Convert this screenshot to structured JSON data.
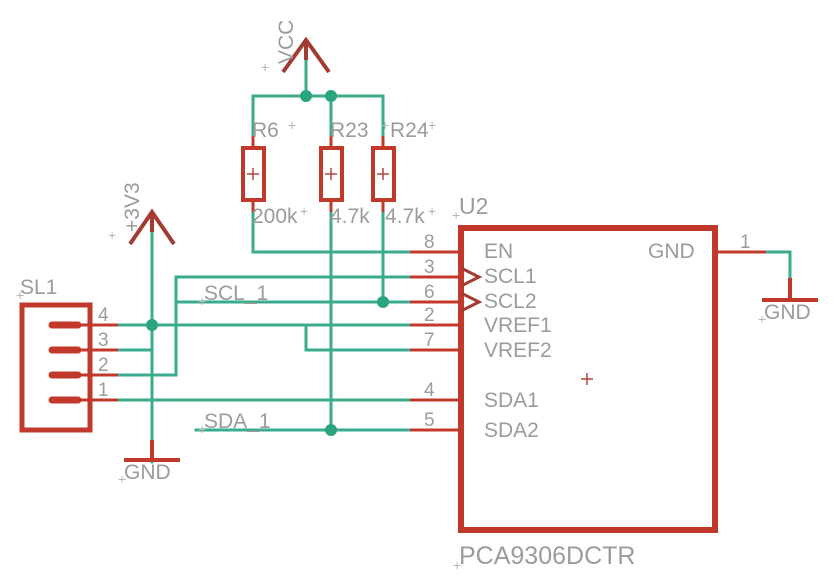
{
  "title": "PCA9306DCTR level shifter schematic",
  "colors": {
    "wire": "#3aab8c",
    "symbol": "#c0392b",
    "symbol_dark": "#a33b33",
    "text": "#9b9b9b",
    "background": "#ffffff"
  },
  "power_symbols": [
    {
      "name": "VCC",
      "label": "VCC",
      "kind": "supply-arrow"
    },
    {
      "name": "+3V3",
      "label": "+3V3",
      "kind": "supply-arrow"
    },
    {
      "name": "GND_left",
      "label": "GND",
      "kind": "gnd-bar"
    },
    {
      "name": "GND_right",
      "label": "GND",
      "kind": "gnd-bar"
    }
  ],
  "connector": {
    "designator": "SL1",
    "pins": [
      {
        "number": "4"
      },
      {
        "number": "3"
      },
      {
        "number": "2"
      },
      {
        "number": "1"
      }
    ]
  },
  "resistors": [
    {
      "designator": "R6",
      "value": "200k"
    },
    {
      "designator": "R23",
      "value": "4.7k"
    },
    {
      "designator": "R24",
      "value": "4.7k"
    }
  ],
  "ic": {
    "designator": "U2",
    "part": "PCA9306DCTR",
    "left_pins": [
      {
        "number": "8",
        "label": "EN",
        "marker": "none"
      },
      {
        "number": "3",
        "label": "SCL1",
        "marker": "clock"
      },
      {
        "number": "6",
        "label": "SCL2",
        "marker": "clock"
      },
      {
        "number": "2",
        "label": "VREF1",
        "marker": "none"
      },
      {
        "number": "7",
        "label": "VREF2",
        "marker": "none"
      },
      {
        "number": "4",
        "label": "SDA1",
        "marker": "none"
      },
      {
        "number": "5",
        "label": "SDA2",
        "marker": "none"
      }
    ],
    "right_pins": [
      {
        "number": "1",
        "label": "GND"
      }
    ]
  },
  "net_labels": [
    {
      "name": "SCL_1",
      "text": "SCL_1"
    },
    {
      "name": "SDA_1",
      "text": "SDA_1"
    }
  ]
}
